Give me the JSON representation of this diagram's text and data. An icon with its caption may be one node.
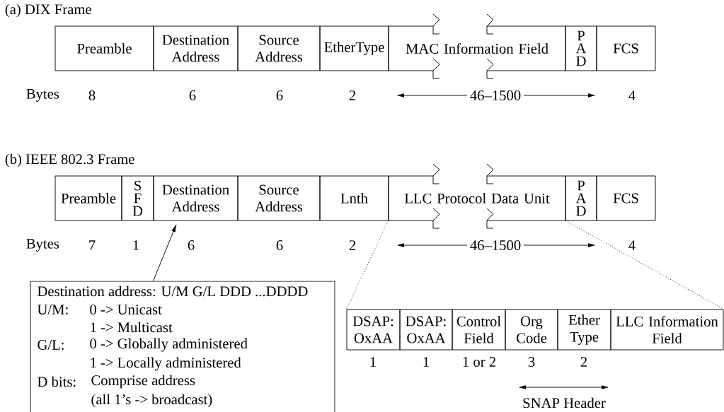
{
  "diagram": {
    "nodes": [
      {
        "text": [
          "Preamble"
        ]
      },
      {
        "text": [
          "Destination Address"
        ]
      },
      {
        "text": [
          "Source Address"
        ]
      },
      {
        "text": [
          "EtherType"
        ]
      },
      {
        "text": [
          "MAC Information Field"
        ]
      },
      {
        "text": [
          "P A D"
        ]
      },
      {
        "text": [
          "FCS"
        ]
      },
      {
        "text": [
          "Preamble"
        ]
      },
      {
        "text": [
          "S F D"
        ]
      },
      {
        "text": [
          "Destination Address"
        ]
      },
      {
        "text": [
          "Source Address"
        ]
      },
      {
        "text": [
          "Lnth"
        ]
      },
      {
        "text": [
          "LLC Protocol Data Unit"
        ]
      },
      {
        "text": [
          "P A D"
        ]
      },
      {
        "text": [
          "FCS"
        ]
      },
      {
        "text": [
          "Destination address: U/M G/L DDD ...DDDD",
          "U/M:",
          "0 -> Unicast",
          "1 -> Multicast",
          "G/L:",
          "0 -> Globally administered",
          "1 -> Locally administered",
          "D bits:",
          "Comprise address",
          "(all 1’s -> broadcast)"
        ]
      },
      {
        "text": [
          "DSAP: OxAA"
        ]
      },
      {
        "text": [
          "DSAP: OxAA"
        ]
      },
      {
        "text": [
          "Control Field"
        ]
      },
      {
        "text": [
          "Org Code"
        ]
      },
      {
        "text": [
          "Ether Type"
        ]
      },
      {
        "text": [
          "LLC Information Field"
        ]
      }
    ],
    "edges": [
      {
        "from": 15,
        "to": 9,
        "arrow": "to"
      },
      {
        "from": 12,
        "to": 16,
        "arrow": "none",
        "style": "dashed"
      },
      {
        "from": 12,
        "to": 21,
        "arrow": "none",
        "style": "dashed"
      }
    ],
    "labels": [
      "(a) DIX Frame",
      "Bytes",
      "8",
      "6",
      "6",
      "2",
      "46–1500",
      "4",
      "(b) IEEE 802.3 Frame",
      "Bytes",
      "7",
      "1",
      "6",
      "6",
      "2",
      "46–1500",
      "4",
      "1",
      "1",
      "1 or 2",
      "3",
      "2",
      "SNAP Header"
    ]
  }
}
